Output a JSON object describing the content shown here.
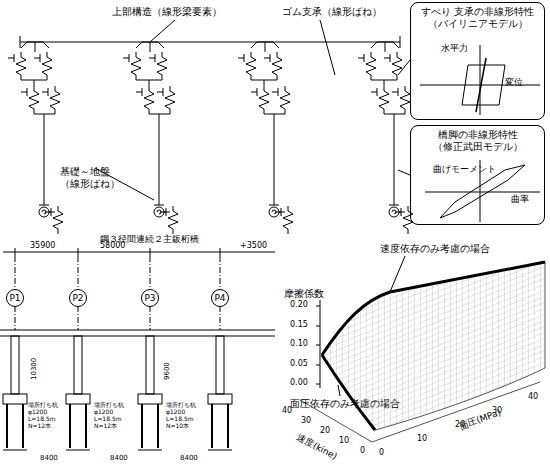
{
  "diagram": {
    "nodes": [
      {
        "text": [
          "すべり 支承の非線形特性 （バイリニアモデル）",
          "水平力",
          "変位"
        ]
      },
      {
        "text": [
          "橋脚の非線形特性 （修正武田モデル）",
          "曲げモーメント",
          "曲率"
        ]
      },
      {
        "text": [
          "P1"
        ]
      },
      {
        "text": [
          "P2"
        ]
      },
      {
        "text": [
          "P3"
        ]
      },
      {
        "text": [
          "P4"
        ]
      }
    ],
    "labels": [
      "上部構造（線形梁要素）",
      "ゴム支承（線形ばね）",
      "基礎～地盤 （線形ばね）",
      "鋼３径間連続２主鈑桁橋",
      "35900",
      "58000",
      "+3500",
      "摩擦係数",
      "0.20",
      "0.15",
      "0.10",
      "0.05",
      "0.00",
      "速度依存のみ考慮の場合",
      "面圧依存のみ考慮の場合",
      "40",
      "30",
      "20",
      "10",
      "0",
      "速度(kine)",
      "0",
      "10",
      "20",
      "30",
      "40",
      "面圧(MPa)",
      "場所打ち杭 φ1200 L=18.5m N=12本",
      "場所打ち杭 φ1200 L=18.5m N=12本",
      "場所打ち杭 φ1200 L=18.5m N=10本",
      "8400",
      "8400",
      "8400",
      "10300",
      "9600"
    ]
  }
}
